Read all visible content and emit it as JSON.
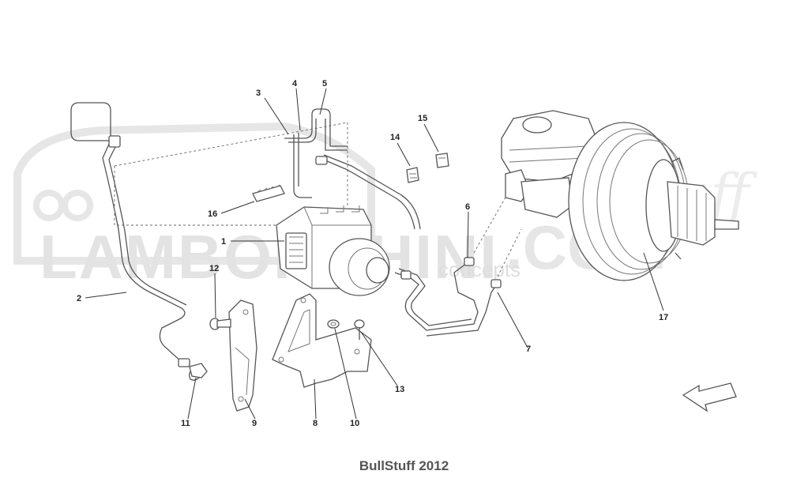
{
  "watermark": {
    "brand": "LAMBORGHINI",
    "domain_text": ".COM",
    "tagline": "concepts",
    "script_text": "stuff"
  },
  "callouts": [
    "1",
    "2",
    "3",
    "4",
    "5",
    "6",
    "7",
    "8",
    "9",
    "10",
    "11",
    "12",
    "13",
    "14",
    "15",
    "16",
    "17"
  ],
  "footer": {
    "caption": "BullStuff 2012"
  }
}
